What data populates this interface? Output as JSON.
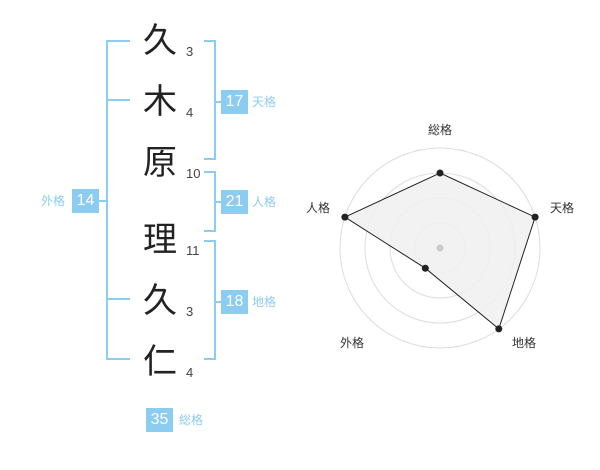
{
  "name": {
    "chars": [
      {
        "char": "久",
        "strokes": "3"
      },
      {
        "char": "木",
        "strokes": "4"
      },
      {
        "char": "原",
        "strokes": "10"
      },
      {
        "char": "理",
        "strokes": "11"
      },
      {
        "char": "久",
        "strokes": "3"
      },
      {
        "char": "仁",
        "strokes": "4"
      }
    ]
  },
  "fortunes": {
    "tenkaku": {
      "value": "17",
      "label": "天格"
    },
    "jinkaku": {
      "value": "21",
      "label": "人格"
    },
    "chikaku": {
      "value": "18",
      "label": "地格"
    },
    "gaikaku": {
      "value": "14",
      "label": "外格"
    },
    "soukaku": {
      "value": "35",
      "label": "総格"
    }
  },
  "radar": {
    "labels": {
      "soukaku": "総格",
      "tenkaku": "天格",
      "chikaku": "地格",
      "gaikaku": "外格",
      "jinkaku": "人格"
    },
    "levels": 4,
    "values": {
      "soukaku": 3,
      "tenkaku": 4,
      "chikaku": 4,
      "gaikaku": 1,
      "jinkaku": 4
    }
  },
  "colors": {
    "accent": "#8cccf0",
    "radar_fill": "#f0f0f0",
    "radar_line": "#222222",
    "grid": "#dddddd"
  }
}
